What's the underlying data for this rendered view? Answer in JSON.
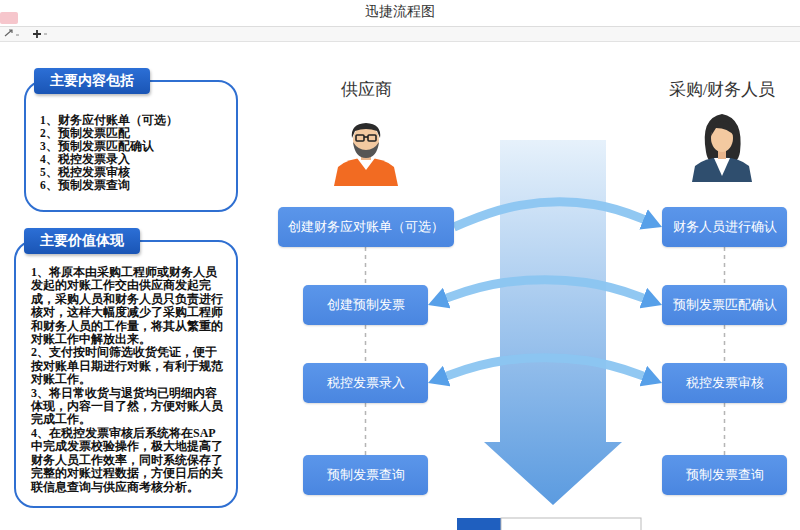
{
  "diagram": {
    "nodes": [
      {
        "text": [
          "主要内容包括",
          "1、财务应付账单（可选）",
          "2、预制发票匹配",
          "3、预制发票匹配确认",
          "4、税控发票录入",
          "5、税控发票审核",
          "6、预制发票查询"
        ]
      },
      {
        "text": [
          "主要价值体现",
          "1、将原本由采购工程师或财务人员发起的对账工作交由供应商发起完成，采购人员和财务人员只负责进行核对，这样大幅度减少了采购工程师和财务人员的工作量，将其从繁重的对账工作中解放出来。",
          "2、支付按时间筛选收货凭证，便于按对账单日期进行对账，有利于规范对账工作。",
          "3、将日常收货与退货均已明细内容体现，内容一目了然，方便对账人员完成工作。",
          "4、在税控发票审核后系统将在SAP中完成发票校验操作，极大地提高了财务人员工作效率，同时系统保存了完整的对账过程数据，方便日后的关联信息查询与供应商考核分析。"
        ]
      },
      {
        "text": [
          "创建财务应对账单（可选）"
        ]
      },
      {
        "text": [
          "创建预制发票"
        ]
      },
      {
        "text": [
          "税控发票录入"
        ]
      },
      {
        "text": [
          "预制发票查询"
        ]
      },
      {
        "text": [
          "财务人员进行确认"
        ]
      },
      {
        "text": [
          "预制发票匹配确认"
        ]
      },
      {
        "text": [
          "税控发票审核"
        ]
      },
      {
        "text": [
          "预制发票查询"
        ]
      }
    ],
    "edges": [
      {
        "from": 2,
        "to": 6,
        "arrow": "to"
      },
      {
        "from": 3,
        "to": 7,
        "arrow": "both"
      },
      {
        "from": 4,
        "to": 8,
        "arrow": "both"
      },
      {
        "from": 2,
        "to": 3,
        "arrow": "none"
      },
      {
        "from": 3,
        "to": 4,
        "arrow": "none"
      },
      {
        "from": 4,
        "to": 5,
        "arrow": "none"
      },
      {
        "from": 6,
        "to": 7,
        "arrow": "none"
      },
      {
        "from": 7,
        "to": 8,
        "arrow": "none"
      },
      {
        "from": 8,
        "to": 9,
        "arrow": "none"
      }
    ],
    "labels": [
      "迅捷流程图",
      "供应商",
      "采购/财务人员"
    ]
  }
}
